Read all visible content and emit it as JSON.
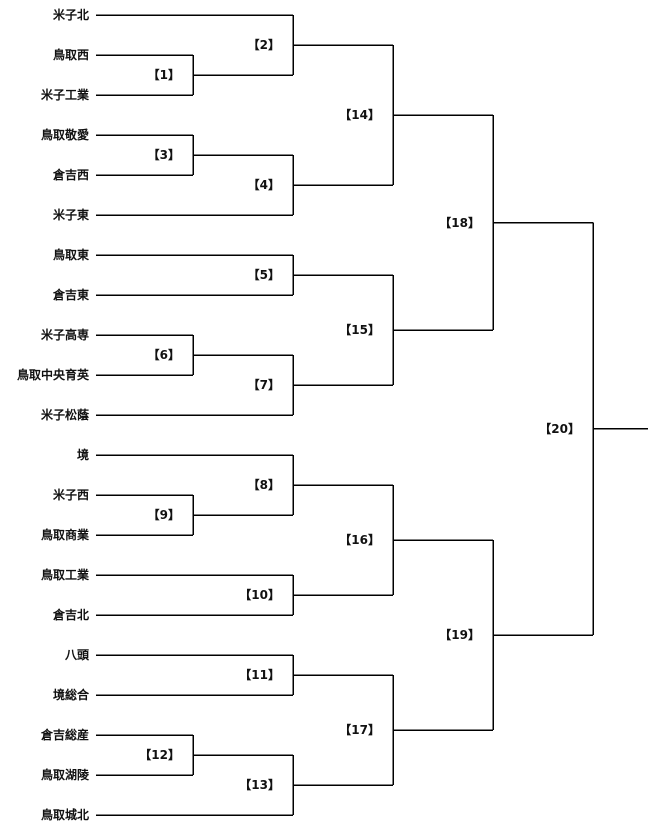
{
  "teams": [
    "米子北",
    "鳥取西",
    "米子工業",
    "鳥取敬愛",
    "倉吉西",
    "米子東",
    "鳥取東",
    "倉吉東",
    "米子高専",
    "鳥取中央育英",
    "米子松蔭",
    "境",
    "米子西",
    "鳥取商業",
    "鳥取工業",
    "倉吉北",
    "八頭",
    "境総合",
    "倉吉総産",
    "鳥取湖陵",
    "鳥取城北"
  ],
  "matches": [
    {
      "id": "1",
      "label": "【1】"
    },
    {
      "id": "2",
      "label": "【2】"
    },
    {
      "id": "3",
      "label": "【3】"
    },
    {
      "id": "4",
      "label": "【4】"
    },
    {
      "id": "5",
      "label": "【5】"
    },
    {
      "id": "6",
      "label": "【6】"
    },
    {
      "id": "7",
      "label": "【7】"
    },
    {
      "id": "8",
      "label": "【8】"
    },
    {
      "id": "9",
      "label": "【9】"
    },
    {
      "id": "10",
      "label": "【10】"
    },
    {
      "id": "11",
      "label": "【11】"
    },
    {
      "id": "12",
      "label": "【12】"
    },
    {
      "id": "13",
      "label": "【13】"
    },
    {
      "id": "14",
      "label": "【14】"
    },
    {
      "id": "15",
      "label": "【15】"
    },
    {
      "id": "16",
      "label": "【16】"
    },
    {
      "id": "17",
      "label": "【17】"
    },
    {
      "id": "18",
      "label": "【18】"
    },
    {
      "id": "19",
      "label": "【19】"
    },
    {
      "id": "20",
      "label": "【20】"
    }
  ]
}
